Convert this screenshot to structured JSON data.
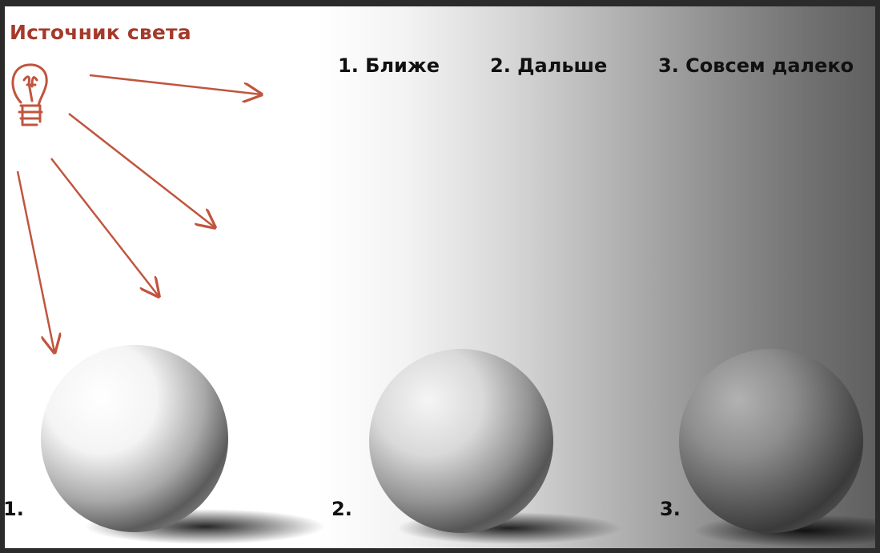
{
  "title": "Источник света",
  "distances": {
    "near": "1. Ближе",
    "far": "2. Дальше",
    "very_far": "3. Совсем далеко"
  },
  "sphere_numbers": {
    "one": "1.",
    "two": "2.",
    "three": "3."
  },
  "colors": {
    "accent": "#a53a2b",
    "text": "#111111",
    "frame": "#2b2b2b"
  },
  "icons": [
    "lightbulb-icon",
    "arrow-icon"
  ]
}
